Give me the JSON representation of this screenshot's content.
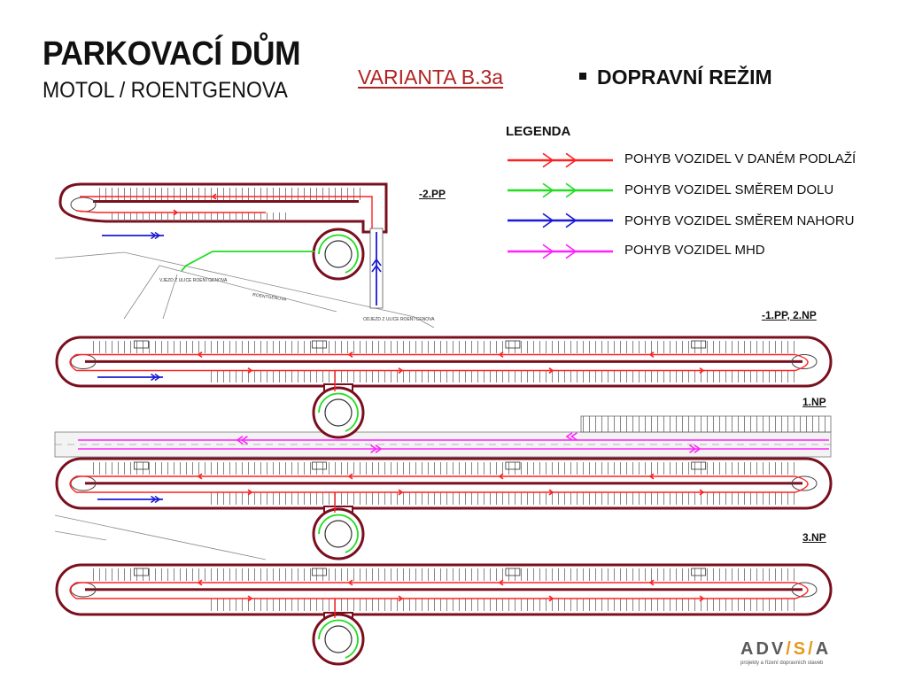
{
  "title": "PARKOVACÍ DŮM",
  "subtitle": "MOTOL / ROENTGENOVA",
  "variant": "VARIANTA B.3a",
  "mode": "DOPRAVNÍ REŽIM",
  "legend": {
    "title": "LEGENDA",
    "items": [
      {
        "label": "POHYB VOZIDEL V DANÉM PODLAŽÍ",
        "color": "#ff2020"
      },
      {
        "label": "POHYB VOZIDEL SMĚREM DOLU",
        "color": "#22dd22"
      },
      {
        "label": "POHYB VOZIDEL SMĚREM NAHORU",
        "color": "#1a1ad6"
      },
      {
        "label": "POHYB VOZIDEL MHD",
        "color": "#ff22ff"
      }
    ]
  },
  "floors": [
    {
      "label": "-2.PP"
    },
    {
      "label": "-1.PP, 2.NP"
    },
    {
      "label": "1.NP"
    },
    {
      "label": "3.NP"
    }
  ],
  "street_labels": {
    "entry": "VJEZD Z ULICE ROENTGENOVA",
    "exit": "ODJEZD Z ULICE ROENTGENOVA",
    "street": "ROENTGENOVA"
  },
  "logo": {
    "main": "ADV",
    "slash": "/S/",
    "end": "A",
    "tagline": "projekty a řízení dopravních staveb"
  },
  "colors": {
    "wall": "#7a0f1e",
    "red": "#ff2020",
    "green": "#22dd22",
    "blue": "#1a1ad6",
    "magenta": "#ff22ff"
  }
}
